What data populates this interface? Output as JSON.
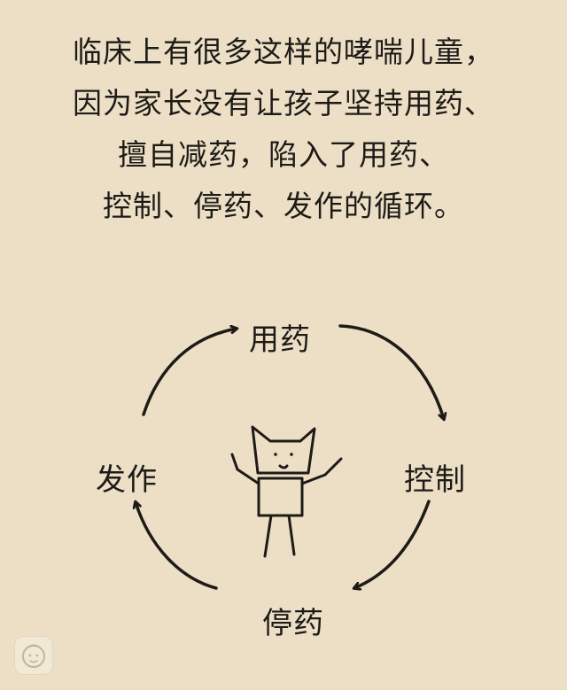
{
  "headline": {
    "lines": [
      "临床上有很多这样的哮喘儿童，",
      "因为家长没有让孩子坚持用药、",
      "擅自减药，陷入了用药、",
      "控制、停药、发作的循环。"
    ]
  },
  "cycle": {
    "nodes": {
      "top": "用药",
      "right": "控制",
      "bottom": "停药",
      "left": "发作"
    },
    "order": [
      "用药",
      "控制",
      "停药",
      "发作"
    ],
    "center_figure": "stick-figure-child-icon"
  },
  "colors": {
    "background": "#ecdfc6",
    "ink": "#1e1b17"
  }
}
